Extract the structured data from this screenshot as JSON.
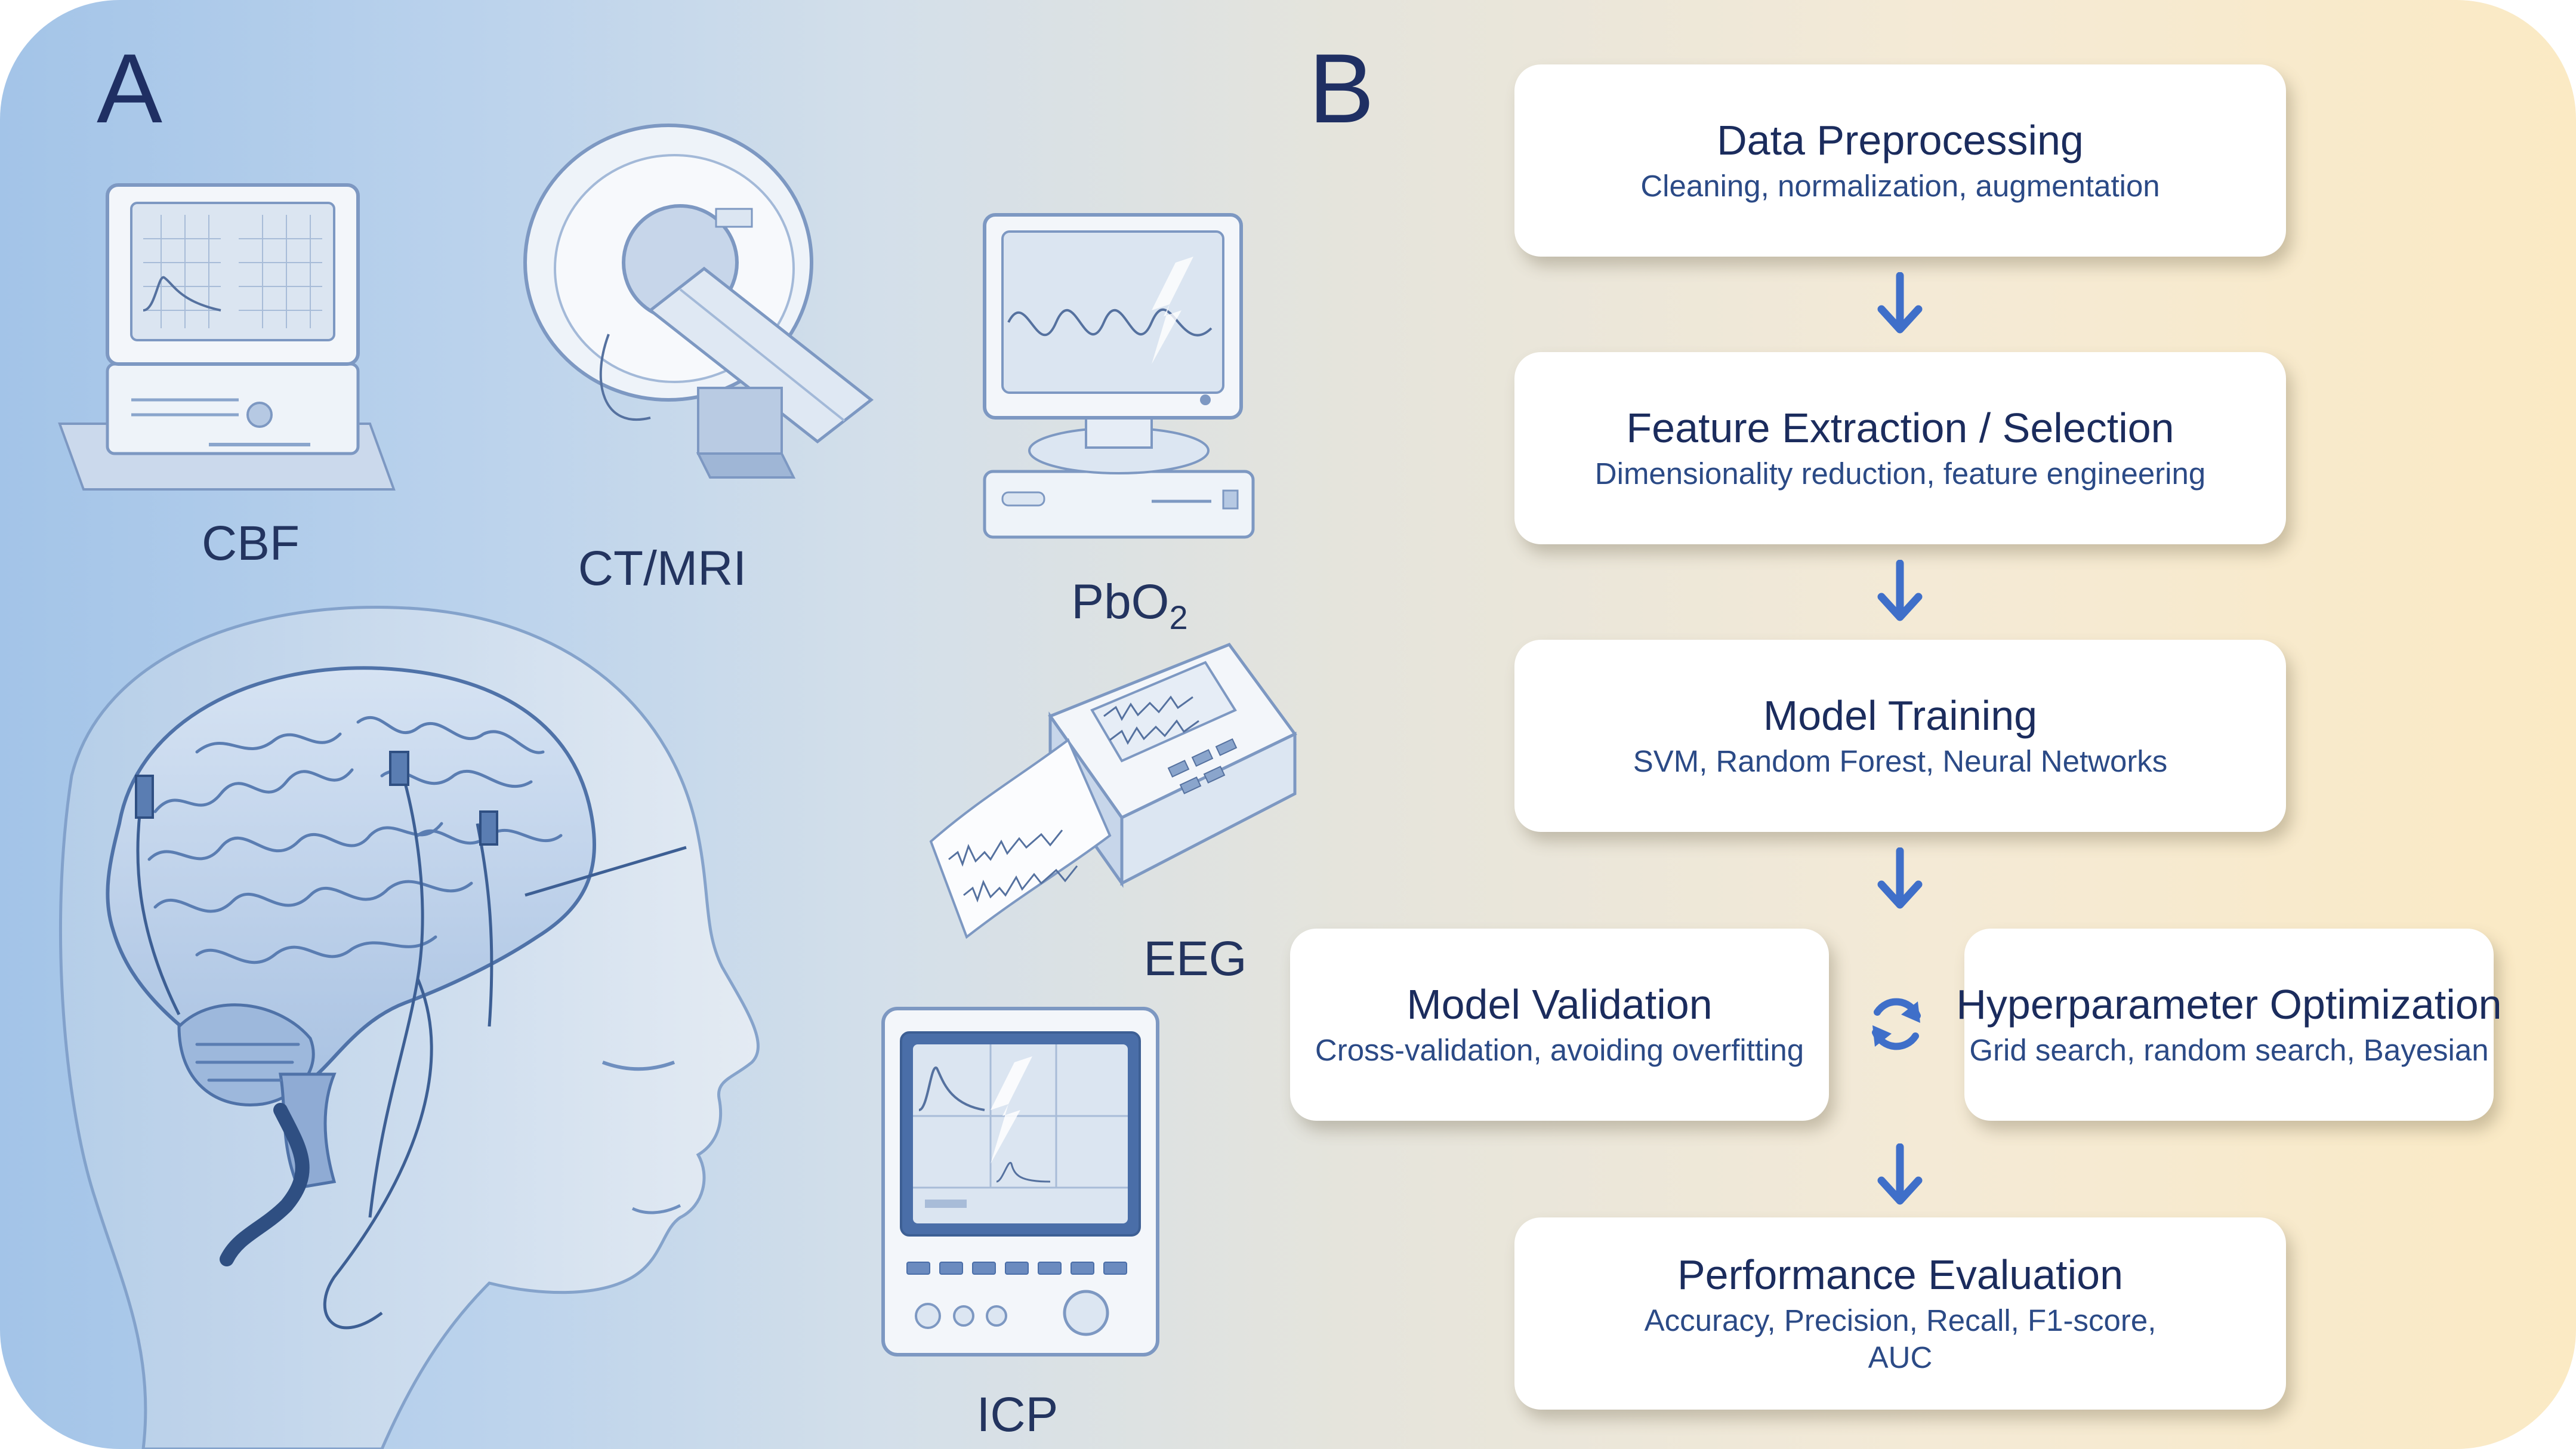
{
  "panels": {
    "a_label": "A",
    "b_label": "B"
  },
  "devices": {
    "cbf": "CBF",
    "ctmri": "CT/MRI",
    "pbo2_main": "PbO",
    "pbo2_sub": "2",
    "eeg": "EEG",
    "icp": "ICP"
  },
  "workflow": {
    "preprocessing": {
      "title": "Data Preprocessing",
      "subtitle": "Cleaning, normalization, augmentation"
    },
    "feature": {
      "title": "Feature Extraction / Selection",
      "subtitle": "Dimensionality reduction, feature engineering"
    },
    "training": {
      "title": "Model Training",
      "subtitle": "SVM, Random Forest, Neural Networks"
    },
    "validation": {
      "title": "Model Validation",
      "subtitle": "Cross-validation, avoiding overfitting"
    },
    "hyperparameter": {
      "title": "Hyperparameter Optimization",
      "subtitle": "Grid search, random search, Bayesian"
    },
    "evaluation": {
      "title": "Performance Evaluation",
      "subtitle": "Accuracy, Precision, Recall, F1-score, AUC"
    }
  },
  "colors": {
    "accent": "#3f6fc9",
    "title_text": "#1b2c5d",
    "subtitle_text": "#2b4a86"
  },
  "icons": [
    "arrow-down-icon",
    "cycle-icon"
  ]
}
